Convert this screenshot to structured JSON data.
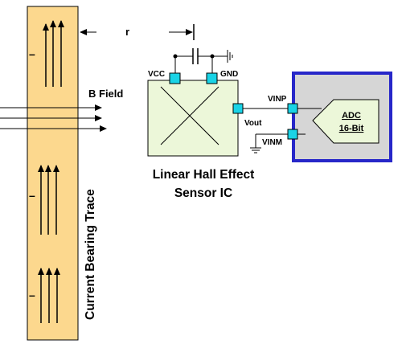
{
  "labels": {
    "distance": "r",
    "b_field": "B Field",
    "vcc": "VCC",
    "gnd": "GND",
    "vout": "Vout",
    "vinp": "VINP",
    "vinm": "VINM",
    "adc_title": "ADC",
    "adc_bits": "16-Bit",
    "sensor_line1": "Linear Hall Effect",
    "sensor_line2": "Sensor IC",
    "trace": "Current Bearing Trace",
    "minus": "–"
  },
  "colors": {
    "trace_fill": "#fcd88e",
    "sensor_fill": "#ecf7d9",
    "pin_fill": "#19d3e6",
    "adc_border": "#2727c9",
    "adc_fill": "#d6d6d6"
  }
}
